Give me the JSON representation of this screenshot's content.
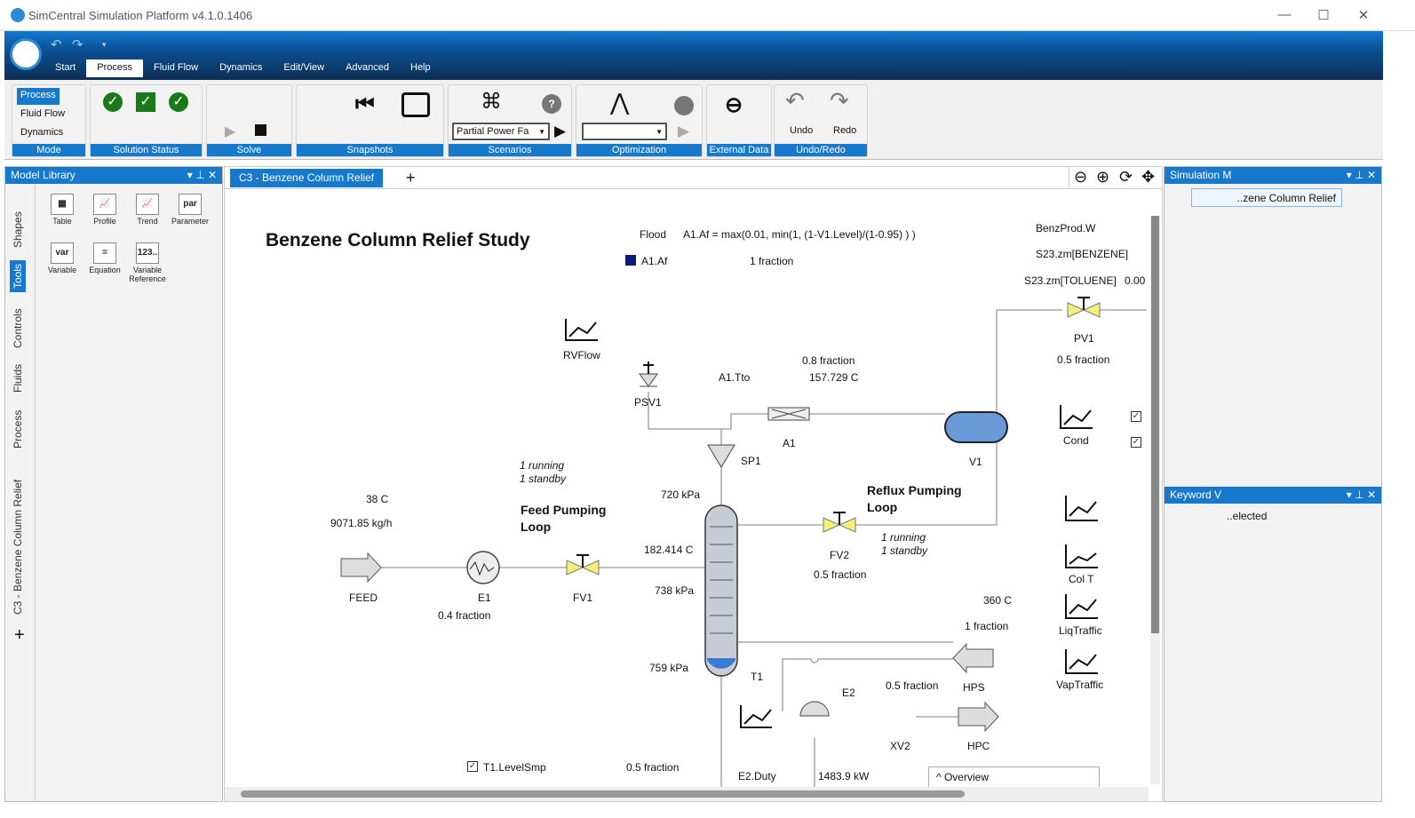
{
  "window": {
    "title": "SimCentral Simulation Platform v4.1.0.1406",
    "minimize": "—",
    "maximize": "☐",
    "close": "✕"
  },
  "ribbon_tabs": [
    "Start",
    "Process",
    "Fluid Flow",
    "Dynamics",
    "Edit/View",
    "Advanced",
    "Help"
  ],
  "ribbon": {
    "mode": {
      "label": "Mode",
      "items": [
        "Process",
        "Fluid Flow",
        "Dynamics"
      ]
    },
    "solution_status": {
      "label": "Solution Status"
    },
    "solve": {
      "label": "Solve"
    },
    "snapshots": {
      "label": "Snapshots"
    },
    "scenarios": {
      "label": "Scenarios",
      "selected": "Partial Power Fa"
    },
    "optimization": {
      "label": "Optimization",
      "selected": ""
    },
    "external_data": {
      "label": "External Data"
    },
    "undo_redo": {
      "label": "Undo/Redo",
      "undo": "Undo",
      "redo": "Redo"
    }
  },
  "left_panel": {
    "title": "Model Library",
    "vertical_tabs": [
      "Shapes",
      "Tools",
      "Controls",
      "Fluids",
      "Process",
      "C3 - Benzene Column Relief"
    ],
    "add": "+",
    "tools": [
      {
        "label": "Table",
        "icon": "▦"
      },
      {
        "label": "Profile",
        "icon": "📈"
      },
      {
        "label": "Trend",
        "icon": "📈"
      },
      {
        "label": "Parameter",
        "icon": "par"
      },
      {
        "label": "Variable",
        "icon": "var"
      },
      {
        "label": "Equation",
        "icon": "="
      },
      {
        "label": "Variable Reference",
        "icon": "123.."
      }
    ]
  },
  "canvas": {
    "tab": "C3 - Benzene Column Relief",
    "add_tab": "+",
    "overview": "Overview"
  },
  "diagram": {
    "title": "Benzene Column Relief Study",
    "flood_label": "Flood",
    "flood_eq": "A1.Af = max(0.01, min(1, (1-V1.Level)/(1-0.95) ) )",
    "a1af": "A1.Af",
    "a1af_val": "1 fraction",
    "benzprod": "BenzProd.W",
    "s23_benzene": "S23.zm[BENZENE]",
    "s23_toluene": "S23.zm[TOLUENE]",
    "s23_toluene_val": "0.00",
    "rvflow": "RVFlow",
    "a1tto": "A1.Tto",
    "a1_frac": "0.8 fraction",
    "a1_temp": "157.729 C",
    "psv1": "PSV1",
    "a1": "A1",
    "sp1": "SP1",
    "v1": "V1",
    "pv1": "PV1",
    "pv1_frac": "0.5 fraction",
    "cond": "Cond",
    "feed_running": "1 running",
    "feed_standby": "1 standby",
    "feed_temp": "38 C",
    "feed_flow": "9071.85 kg/h",
    "feed_loop": "Feed Pumping",
    "feed_loop2": "Loop",
    "p720": "720 kPa",
    "reflux_loop": "Reflux Pumping",
    "reflux_loop2": "Loop",
    "t182": "182.414 C",
    "p738": "738 kPa",
    "feed": "FEED",
    "e1": "E1",
    "e1_frac": "0.4 fraction",
    "fv1": "FV1",
    "fv2": "FV2",
    "fv2_frac": "0.5 fraction",
    "reflux_running": "1 running",
    "reflux_standby": "1 standby",
    "t360": "360 C",
    "hps_frac": "1 fraction",
    "hps": "HPS",
    "xv_frac": "0.5 fraction",
    "p759": "759 kPa",
    "t1": "T1",
    "e2": "E2",
    "xv2": "XV2",
    "hpc": "HPC",
    "levelsmp": "T1.LevelSmp",
    "lv_frac": "0.5 fraction",
    "e2duty": "E2.Duty",
    "e2duty_val": "1483.9 kW",
    "colt": "Col T",
    "liqtraffic": "LiqTraffic",
    "vaptraffic": "VapTraffic"
  },
  "right_panel": {
    "sim_title": "Simulation M",
    "sim_item": "..zene Column Relief",
    "kw_title": "Keyword V",
    "kw_text": "..elected"
  },
  "colors": {
    "accent": "#1679cc",
    "navy": "#0c2f55",
    "valve": "#f3f07a"
  }
}
